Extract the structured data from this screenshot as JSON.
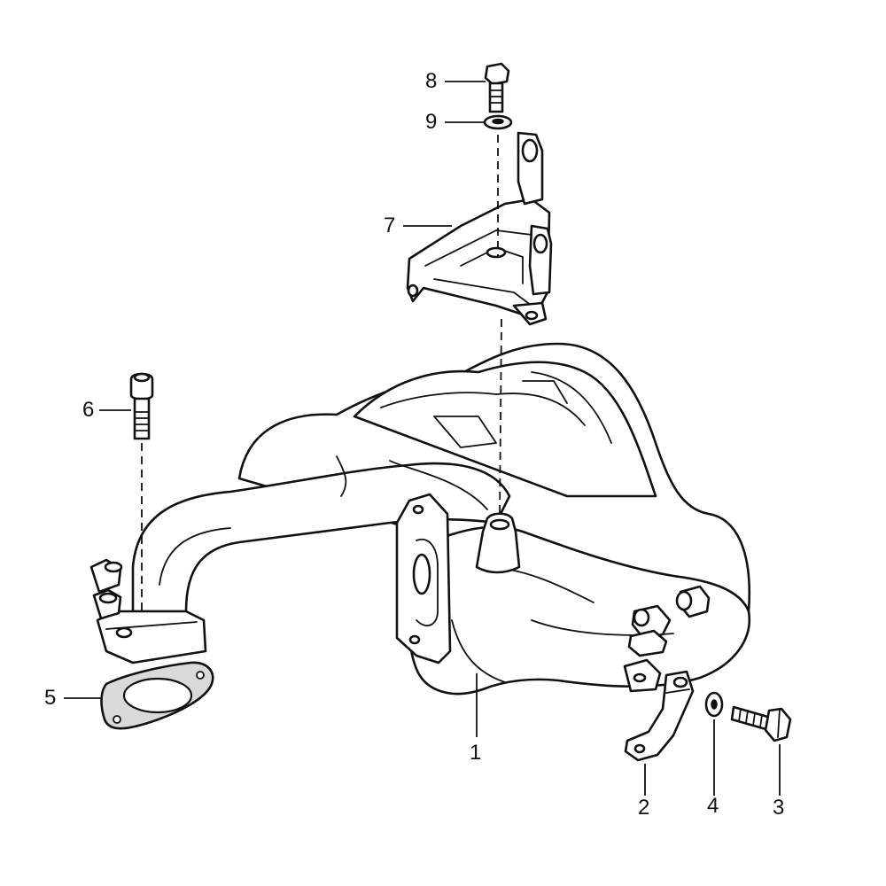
{
  "diagram": {
    "callouts": [
      {
        "id": "1",
        "part": "intake-manifold"
      },
      {
        "id": "2",
        "part": "bracket"
      },
      {
        "id": "3",
        "part": "hex-bolt"
      },
      {
        "id": "4",
        "part": "washer"
      },
      {
        "id": "5",
        "part": "flange-gasket"
      },
      {
        "id": "6",
        "part": "socket-head-bolt"
      },
      {
        "id": "7",
        "part": "mounting-bracket"
      },
      {
        "id": "8",
        "part": "hex-bolt-top"
      },
      {
        "id": "9",
        "part": "washer-top"
      }
    ],
    "colors": {
      "line": "#111111",
      "background": "#ffffff",
      "gasket": "#d9d9d9"
    }
  }
}
